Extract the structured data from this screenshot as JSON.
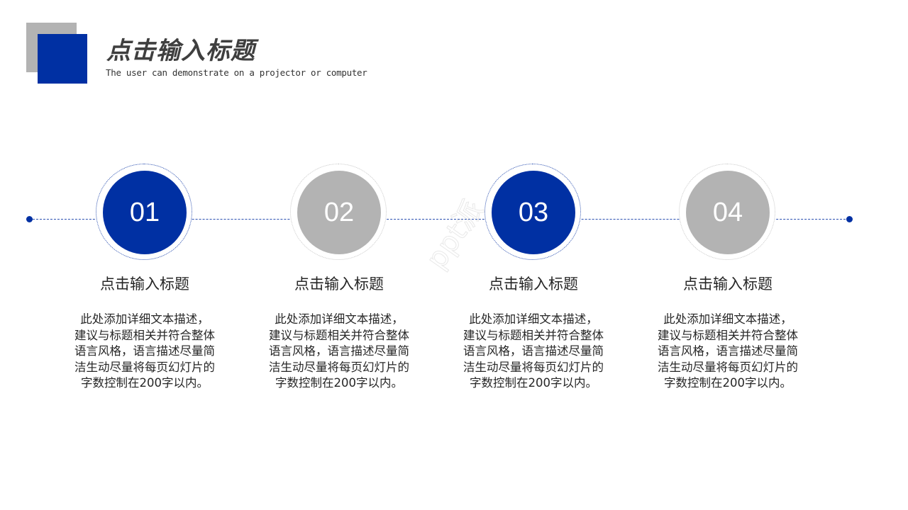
{
  "header": {
    "title": "点击输入标题",
    "subtitle": "The user can demonstrate on a projector or computer"
  },
  "colors": {
    "accent_blue": "#0030a3",
    "accent_gray": "#b3b3b3",
    "text": "#262626"
  },
  "watermark": "ppt派",
  "steps": [
    {
      "number": "01",
      "style": "blue",
      "title": "点击输入标题",
      "desc_lines": [
        "此处添加详细文本描述，",
        "建议与标题相关并符合整体",
        "语言风格，语言描述尽量简",
        "洁生动尽量将每页幻灯片的",
        "字数控制在200字以内。"
      ]
    },
    {
      "number": "02",
      "style": "gray",
      "title": "点击输入标题",
      "desc_lines": [
        "此处添加详细文本描述，",
        "建议与标题相关并符合整体",
        "语言风格，语言描述尽量简",
        "洁生动尽量将每页幻灯片的",
        "字数控制在200字以内。"
      ]
    },
    {
      "number": "03",
      "style": "blue",
      "title": "点击输入标题",
      "desc_lines": [
        "此处添加详细文本描述，",
        "建议与标题相关并符合整体",
        "语言风格，语言描述尽量简",
        "洁生动尽量将每页幻灯片的",
        "字数控制在200字以内。"
      ]
    },
    {
      "number": "04",
      "style": "gray",
      "title": "点击输入标题",
      "desc_lines": [
        "此处添加详细文本描述，",
        "建议与标题相关并符合整体",
        "语言风格，语言描述尽量简",
        "洁生动尽量将每页幻灯片的",
        "字数控制在200字以内。"
      ]
    }
  ]
}
